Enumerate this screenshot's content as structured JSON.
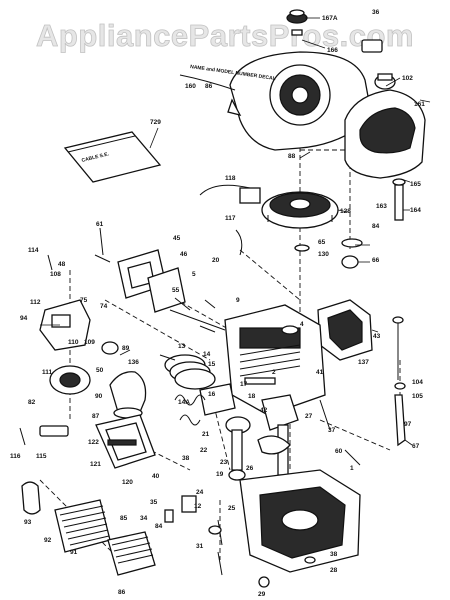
{
  "watermark": "AppliancePartsPros.com",
  "annotations": {
    "cable_text": "CABLE\nS.E.",
    "decal_text": "NAME and MODEL\nNUMBER DECAL"
  },
  "callouts": [
    {
      "label": "167A"
    },
    {
      "label": "36"
    },
    {
      "label": "166"
    },
    {
      "label": "160"
    },
    {
      "label": "86"
    },
    {
      "label": "102"
    },
    {
      "label": "161"
    },
    {
      "label": "729"
    },
    {
      "label": "88"
    },
    {
      "label": "165"
    },
    {
      "label": "164"
    },
    {
      "label": "163"
    },
    {
      "label": "118"
    },
    {
      "label": "117"
    },
    {
      "label": "128"
    },
    {
      "label": "20"
    },
    {
      "label": "61"
    },
    {
      "label": "45"
    },
    {
      "label": "46"
    },
    {
      "label": "114"
    },
    {
      "label": "48"
    },
    {
      "label": "108"
    },
    {
      "label": "5"
    },
    {
      "label": "55"
    },
    {
      "label": "84"
    },
    {
      "label": "65"
    },
    {
      "label": "130"
    },
    {
      "label": "66"
    },
    {
      "label": "75"
    },
    {
      "label": "74"
    },
    {
      "label": "9"
    },
    {
      "label": "112"
    },
    {
      "label": "94"
    },
    {
      "label": "43"
    },
    {
      "label": "137"
    },
    {
      "label": "110"
    },
    {
      "label": "109"
    },
    {
      "label": "89"
    },
    {
      "label": "111"
    },
    {
      "label": "42"
    },
    {
      "label": "82"
    },
    {
      "label": "13"
    },
    {
      "label": "14"
    },
    {
      "label": "15"
    },
    {
      "label": "2"
    },
    {
      "label": "4"
    },
    {
      "label": "136"
    },
    {
      "label": "50"
    },
    {
      "label": "90"
    },
    {
      "label": "14A"
    },
    {
      "label": "16"
    },
    {
      "label": "17"
    },
    {
      "label": "18"
    },
    {
      "label": "87"
    },
    {
      "label": "27"
    },
    {
      "label": "37"
    },
    {
      "label": "116"
    },
    {
      "label": "115"
    },
    {
      "label": "122"
    },
    {
      "label": "121"
    },
    {
      "label": "120"
    },
    {
      "label": "40"
    },
    {
      "label": "38"
    },
    {
      "label": "21"
    },
    {
      "label": "22"
    },
    {
      "label": "23"
    },
    {
      "label": "19"
    },
    {
      "label": "26"
    },
    {
      "label": "24"
    },
    {
      "label": "12"
    },
    {
      "label": "25"
    },
    {
      "label": "35"
    },
    {
      "label": "34"
    },
    {
      "label": "85"
    },
    {
      "label": "84"
    },
    {
      "label": "93"
    },
    {
      "label": "92"
    },
    {
      "label": "91"
    },
    {
      "label": "86"
    },
    {
      "label": "31"
    },
    {
      "label": "29"
    },
    {
      "label": "28"
    },
    {
      "label": "38"
    },
    {
      "label": "60"
    },
    {
      "label": "1"
    },
    {
      "label": "41"
    },
    {
      "label": "97"
    },
    {
      "label": "105"
    },
    {
      "label": "104"
    },
    {
      "label": "67"
    }
  ]
}
